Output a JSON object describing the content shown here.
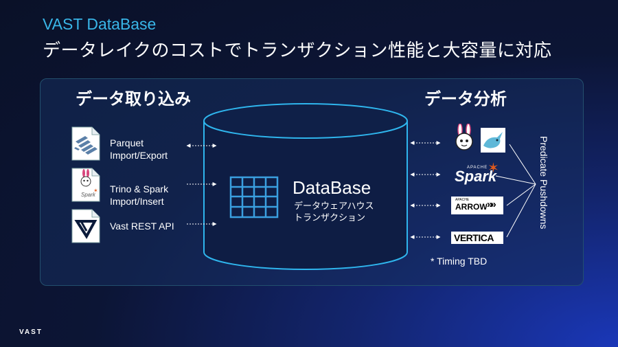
{
  "header": {
    "title": "VAST DataBase",
    "subtitle": "データレイクのコストでトランザクション性能と大容量に対応"
  },
  "sections": {
    "ingest": "データ取り込み",
    "analysis": "データ分析"
  },
  "sources": [
    {
      "line1": "Parquet",
      "line2": "Import/Export",
      "icon": "parquet-file-icon"
    },
    {
      "line1": "Trino & Spark",
      "line2": "Import/Insert",
      "icon": "trino-spark-file-icon"
    },
    {
      "line1": "Vast REST API",
      "line2": "",
      "icon": "vast-file-icon"
    }
  ],
  "database": {
    "title": "DataBase",
    "line1": "データウェアハウス",
    "line2": "トランザクション"
  },
  "engines": [
    {
      "name": "Trino / Presto",
      "icon": "trino-presto-logo"
    },
    {
      "name": "Spark",
      "apache": "APACHE",
      "icon": "spark-logo"
    },
    {
      "name": "ARROW",
      "apache": "APACHE",
      "icon": "arrow-logo"
    },
    {
      "name": "VERTICA",
      "icon": "vertica-logo"
    }
  ],
  "predicate": "Predicate Pushdowns",
  "timing": "* Timing TBD",
  "footer": "VAST",
  "colors": {
    "accent": "#39b6e8",
    "line": "#7fd3f5"
  }
}
